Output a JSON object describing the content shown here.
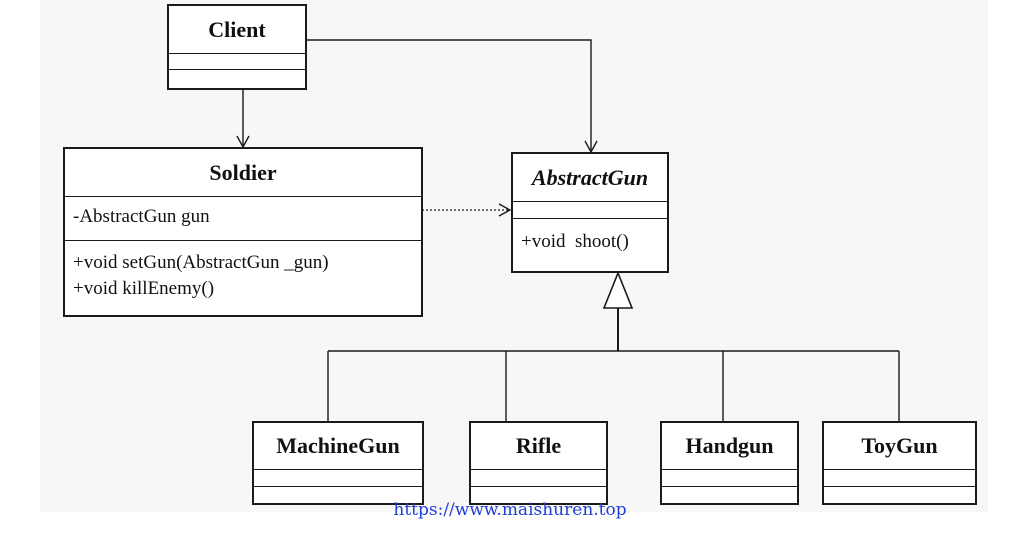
{
  "diagram": {
    "classes": {
      "client": {
        "name": "Client",
        "attributes": [],
        "methods": []
      },
      "soldier": {
        "name": "Soldier",
        "attributes": [
          "-AbstractGun gun"
        ],
        "methods": [
          "+void setGun(AbstractGun _gun)",
          "+void killEnemy()"
        ]
      },
      "abstract_gun": {
        "name": "AbstractGun",
        "abstract": true,
        "attributes": [],
        "methods": [
          "+void  shoot()"
        ]
      },
      "machine_gun": {
        "name": "MachineGun"
      },
      "rifle": {
        "name": "Rifle"
      },
      "handgun": {
        "name": "Handgun"
      },
      "toy_gun": {
        "name": "ToyGun"
      }
    },
    "relations": [
      {
        "from": "Client",
        "to": "Soldier",
        "type": "association"
      },
      {
        "from": "Client",
        "to": "AbstractGun",
        "type": "association"
      },
      {
        "from": "Soldier",
        "to": "AbstractGun",
        "type": "dependency"
      },
      {
        "from": "MachineGun",
        "to": "AbstractGun",
        "type": "generalization"
      },
      {
        "from": "Rifle",
        "to": "AbstractGun",
        "type": "generalization"
      },
      {
        "from": "Handgun",
        "to": "AbstractGun",
        "type": "generalization"
      },
      {
        "from": "ToyGun",
        "to": "AbstractGun",
        "type": "generalization"
      }
    ]
  },
  "watermark": "https://www.maishuren.top",
  "colors": {
    "line": "#1a1a1a",
    "watermark": "#1f3fd6",
    "background": "#f7f7f7"
  }
}
